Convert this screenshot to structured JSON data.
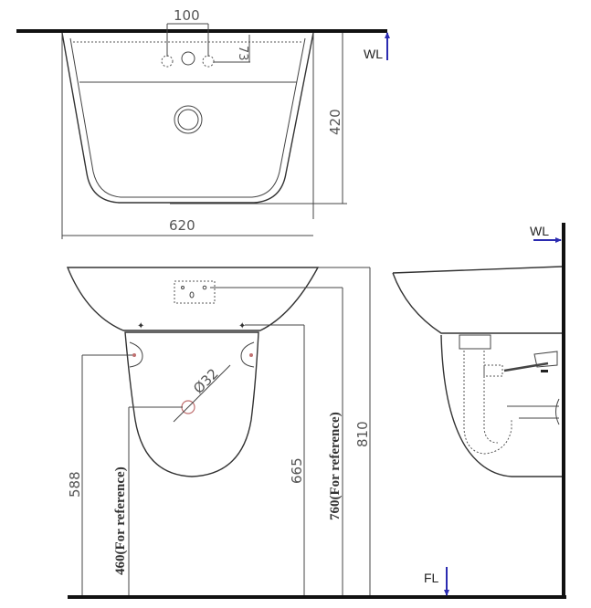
{
  "diagram": {
    "subject": "Wall-hung wash basin with semi-pedestal",
    "views": {
      "top_view": {
        "name": "Plan view",
        "dimensions": {
          "tap_hole_spacing": "100",
          "tap_hole_offset": "73",
          "depth": "420",
          "width": "620"
        },
        "labels": {
          "wall_line": "WL"
        }
      },
      "front_view": {
        "name": "Front elevation",
        "dimensions": {
          "waste_diameter": "Ø32",
          "fixing_height": "588",
          "waste_height": "460(For reference)",
          "bracket_height": "665",
          "supply_height": "760(For reference)",
          "rim_height": "810"
        }
      },
      "side_view": {
        "name": "Side elevation",
        "labels": {
          "wall_line": "WL",
          "floor_line": "FL"
        }
      }
    },
    "colors": {
      "line": "#333333",
      "dimension_text": "#555555",
      "wl_marker": "#2b2bb0",
      "waste_marker": "#c07070"
    }
  }
}
